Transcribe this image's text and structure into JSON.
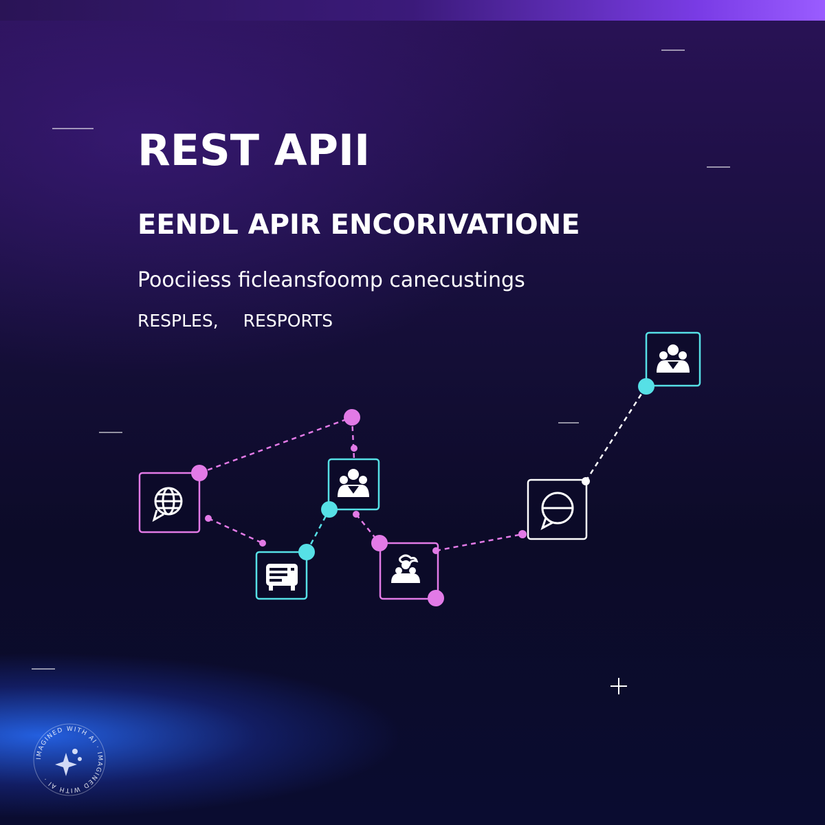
{
  "header": {
    "title": "REST APII",
    "subtitle": "EENDL APIR ENCORIVATIONE",
    "tagline": "Poociiess ficleansfoomp canecustings",
    "tags": [
      "RESPLES,",
      "RESPORTS"
    ]
  },
  "colors": {
    "pink": "#e27ae6",
    "cyan": "#56e0e6",
    "white": "#ffffff",
    "accent_blue": "#2f6bff",
    "accent_purple": "#8a4cf0"
  },
  "diagram": {
    "nodes": [
      {
        "id": "globe",
        "icon": "globe-chat-icon"
      },
      {
        "id": "server",
        "icon": "server-icon"
      },
      {
        "id": "users-top",
        "icon": "users-icon"
      },
      {
        "id": "cloud-users",
        "icon": "cloud-users-icon"
      },
      {
        "id": "chat",
        "icon": "chat-bubble-icon"
      },
      {
        "id": "users-right",
        "icon": "users-icon"
      }
    ]
  },
  "watermark": {
    "text": "IMAGINED WITH AI · IMAGINED WITH AI ·",
    "icon": "sparkle-icon"
  }
}
